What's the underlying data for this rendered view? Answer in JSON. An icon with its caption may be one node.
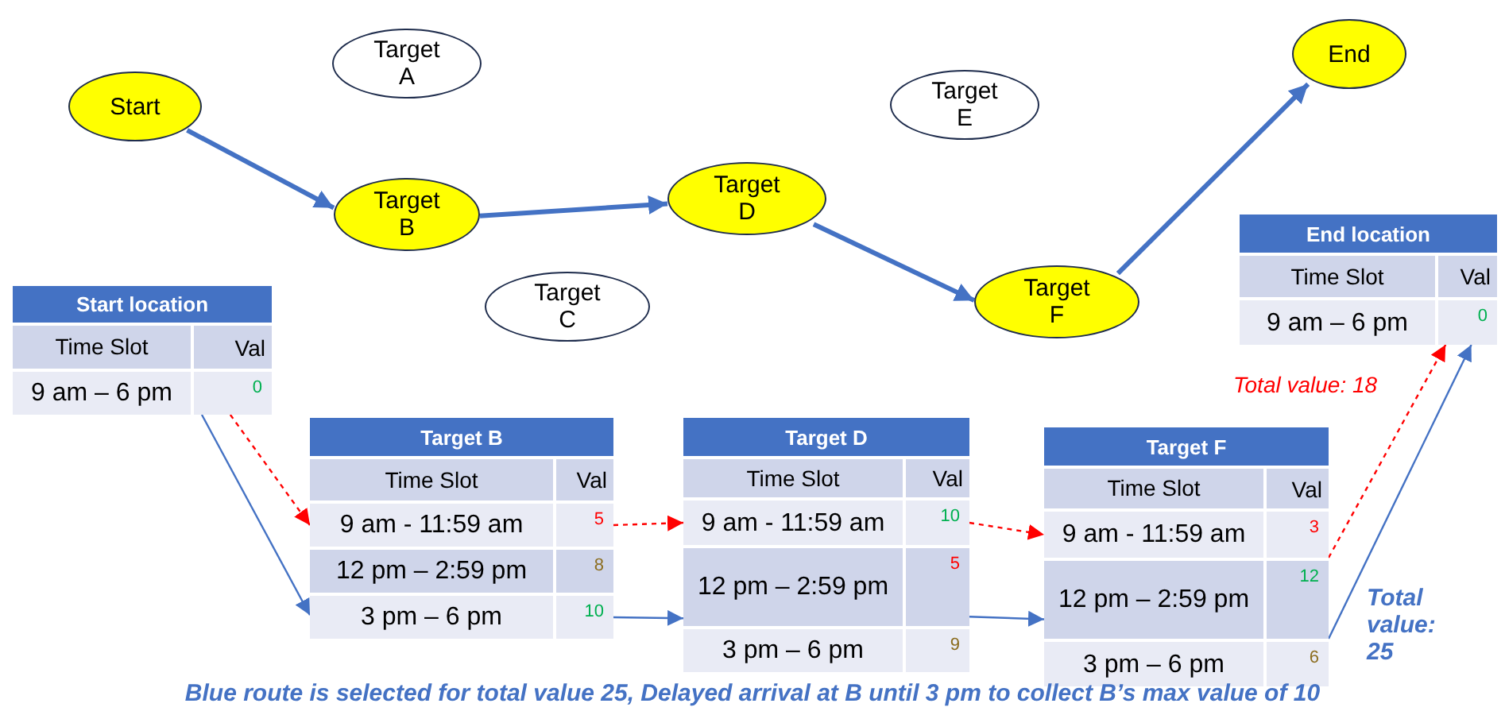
{
  "diagram": {
    "caption": "Blue route is selected for total value 25, Delayed arrival at B until 3 pm to collect B’s max value of 10",
    "nodes": [
      {
        "text": [
          "Start"
        ]
      },
      {
        "text": [
          "Target A"
        ]
      },
      {
        "text": [
          "Target B"
        ]
      },
      {
        "text": [
          "Target C"
        ]
      },
      {
        "text": [
          "Target D"
        ]
      },
      {
        "text": [
          "Target E"
        ]
      },
      {
        "text": [
          "Target F"
        ]
      },
      {
        "text": [
          "End"
        ]
      },
      {
        "text": [
          "Start location"
        ]
      },
      {
        "text": [
          "Time Slot",
          "Val"
        ],
        "in": 8
      },
      {
        "text": [
          "9 am – 6 pm",
          "0"
        ],
        "in": 8
      },
      {
        "text": [
          "Target B"
        ]
      },
      {
        "text": [
          "Time Slot",
          "Val"
        ],
        "in": 11
      },
      {
        "text": [
          "9 am - 11:59 am",
          "5"
        ],
        "in": 11
      },
      {
        "text": [
          "12 pm – 2:59 pm",
          "8"
        ],
        "in": 11
      },
      {
        "text": [
          "3 pm – 6 pm",
          "10"
        ],
        "in": 11
      },
      {
        "text": [
          "Target D"
        ]
      },
      {
        "text": [
          "Time Slot",
          "Val"
        ],
        "in": 16
      },
      {
        "text": [
          "9 am - 11:59 am",
          "10"
        ],
        "in": 16
      },
      {
        "text": [
          "12 pm – 2:59 pm",
          "5"
        ],
        "in": 16
      },
      {
        "text": [
          "3 pm – 6 pm",
          "9"
        ],
        "in": 16
      },
      {
        "text": [
          "Target F"
        ]
      },
      {
        "text": [
          "Time Slot",
          "Val"
        ],
        "in": 21
      },
      {
        "text": [
          "9 am - 11:59 am",
          "3"
        ],
        "in": 21
      },
      {
        "text": [
          "12 pm – 2:59 pm",
          "12"
        ],
        "in": 21
      },
      {
        "text": [
          "3 pm – 6 pm",
          "6"
        ],
        "in": 21
      },
      {
        "text": [
          "End location"
        ]
      },
      {
        "text": [
          "Time Slot",
          "Val"
        ],
        "in": 26
      },
      {
        "text": [
          "9 am – 6 pm",
          "0"
        ],
        "in": 26
      }
    ],
    "edges": [
      {
        "from": 0,
        "to": 2,
        "arrow": "to",
        "style": "thick"
      },
      {
        "from": 2,
        "to": 4,
        "arrow": "to",
        "style": "thick"
      },
      {
        "from": 4,
        "to": 6,
        "arrow": "to",
        "style": "thick"
      },
      {
        "from": 6,
        "to": 7,
        "arrow": "to",
        "style": "thick"
      },
      {
        "from": 10,
        "to": 13,
        "arrow": "to",
        "style": "dashed",
        "color": "#ff0000"
      },
      {
        "from": 13,
        "to": 18,
        "arrow": "to",
        "style": "dashed",
        "color": "#ff0000"
      },
      {
        "from": 18,
        "to": 23,
        "arrow": "to",
        "style": "dashed",
        "color": "#ff0000"
      },
      {
        "from": 23,
        "to": 28,
        "arrow": "to",
        "style": "dashed",
        "color": "#ff0000"
      },
      {
        "from": 10,
        "to": 15,
        "arrow": "to"
      },
      {
        "from": 15,
        "to": 19,
        "arrow": "to"
      },
      {
        "from": 19,
        "to": 24,
        "arrow": "to"
      },
      {
        "from": 24,
        "to": 28,
        "arrow": "to"
      }
    ],
    "labels": [
      "Total value: 18",
      "Total value: 25"
    ]
  }
}
